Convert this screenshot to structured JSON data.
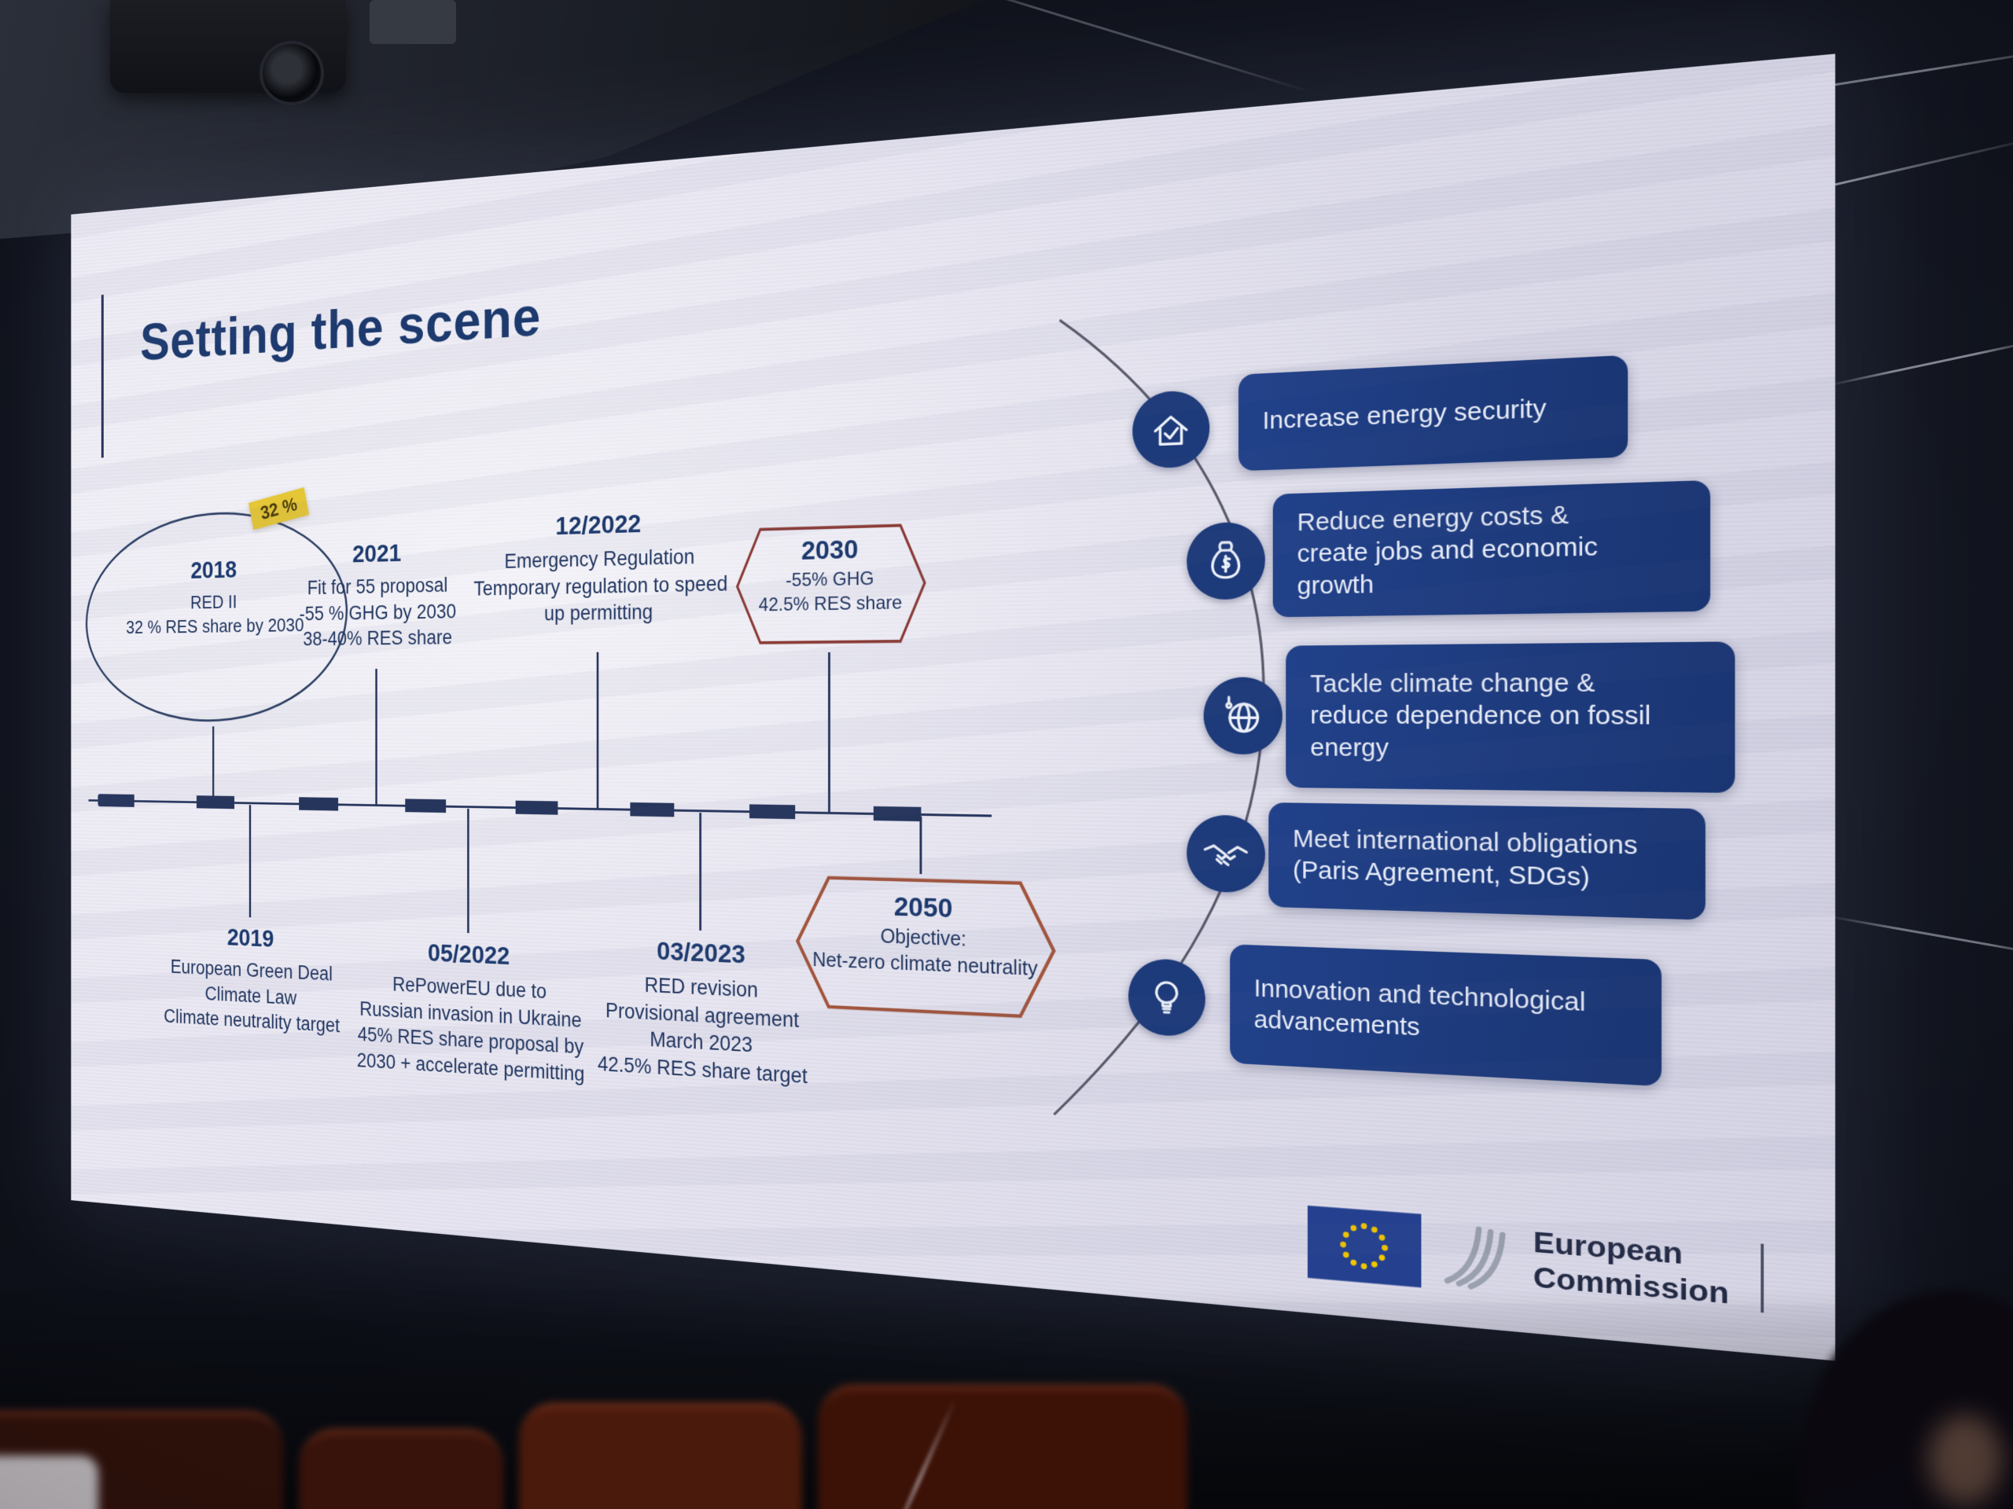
{
  "slide": {
    "title": "Setting the scene",
    "timeline": {
      "above": [
        {
          "date": "2018",
          "badge": "32 %",
          "body": "RED II\n32 % RES share by 2030"
        },
        {
          "date": "2021",
          "body": "Fit for 55 proposal\n-55 % GHG by 2030\n38-40% RES share"
        },
        {
          "date": "12/2022",
          "body": "Emergency Regulation\nTemporary regulation to speed\nup permitting"
        },
        {
          "date": "2030",
          "body": "-55% GHG\n42.5% RES share"
        }
      ],
      "below": [
        {
          "date": "2019",
          "body": "European Green Deal\nClimate Law\nClimate neutrality target"
        },
        {
          "date": "05/2022",
          "body": "RePowerEU due to\nRussian invasion in Ukraine\n45% RES share proposal by\n2030 + accelerate permitting"
        },
        {
          "date": "03/2023",
          "body": "RED revision\nProvisional agreement\nMarch 2023\n42.5% RES share target"
        },
        {
          "date": "2050",
          "body": "Objective:\nNet-zero climate neutrality"
        }
      ]
    },
    "benefits": [
      {
        "icon": "house-check-icon",
        "label": "Increase energy security"
      },
      {
        "icon": "money-bag-icon",
        "label": "Reduce energy costs &\ncreate jobs and economic growth"
      },
      {
        "icon": "globe-thermometer-icon",
        "label": "Tackle climate change &\nreduce dependence on fossil\nenergy"
      },
      {
        "icon": "handshake-icon",
        "label": "Meet international obligations\n(Paris Agreement, SDGs)"
      },
      {
        "icon": "lightbulb-icon",
        "label": "Innovation and technological\nadvancements"
      }
    ],
    "logo": {
      "wordmark": "European\nCommission"
    }
  },
  "colors": {
    "navy_text": "#1d3a6e",
    "benefit_box_blue": "#1e3d80",
    "highlight_yellow": "#e5c636",
    "hexagon_2030_border": "#8a3a35",
    "hexagon_2050_border": "#a2553c",
    "eu_flag_blue": "#24408f",
    "eu_star_yellow": "#f2c500"
  }
}
